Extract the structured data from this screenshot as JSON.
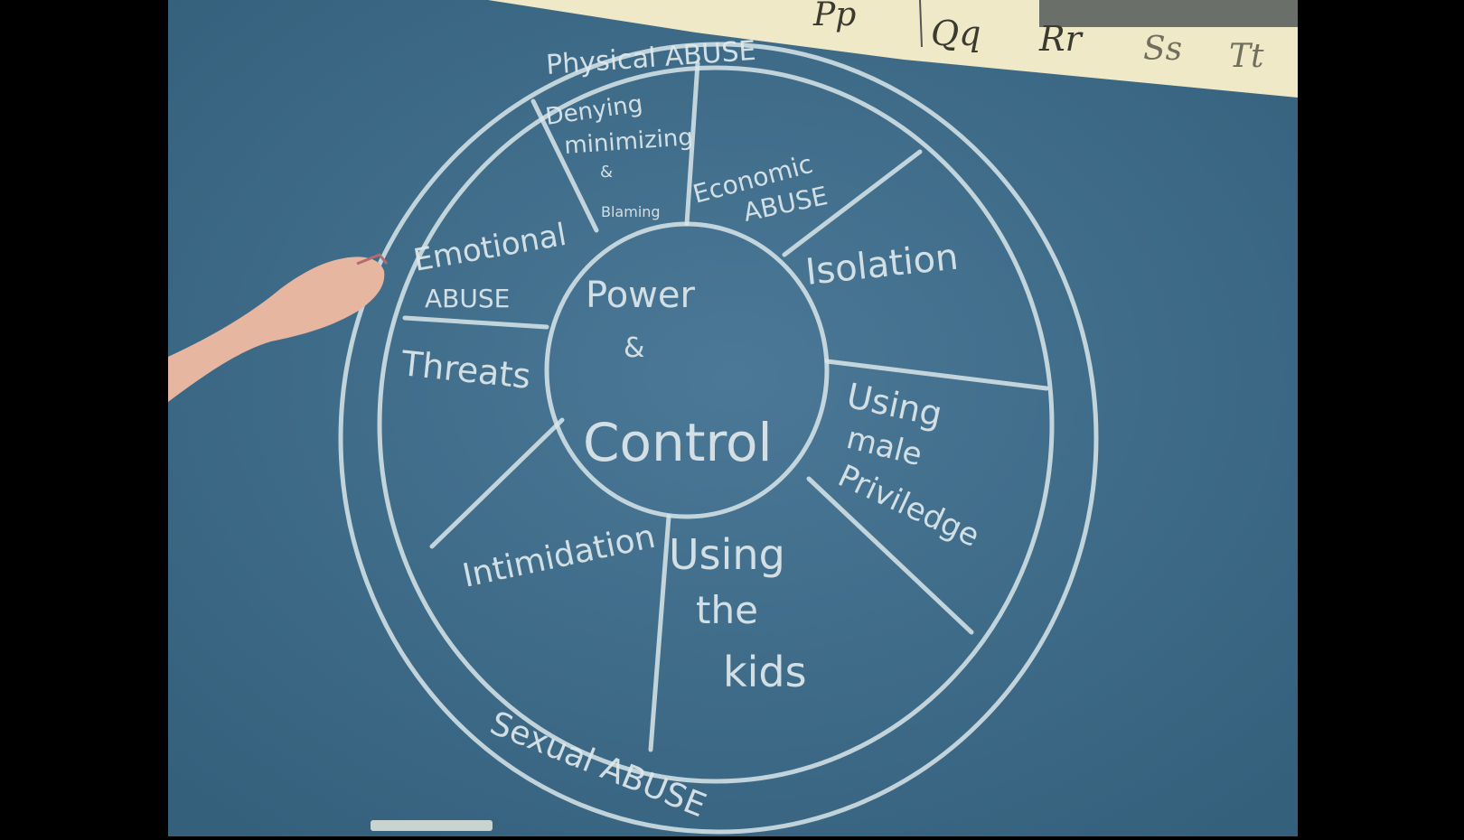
{
  "photo": {
    "subject": "chalkboard",
    "colors": {
      "board": "#3f6d8a",
      "chalk": "#dfe9ec",
      "frame": "#000000",
      "strip": "#efe9c8",
      "skin": "#e8b8a0"
    }
  },
  "alphabet_strip": {
    "letters": [
      "Pp",
      "Qq",
      "Rr",
      "Ss",
      "Tt"
    ]
  },
  "wheel": {
    "outer_ring": {
      "top": "Physical ABUSE",
      "bottom": "Sexual ABUSE"
    },
    "hub": {
      "line1": "Power",
      "line2": "&",
      "line3": "Control"
    },
    "segments": [
      {
        "lines": [
          "Denying",
          "minimizing",
          "&",
          "Blaming"
        ]
      },
      {
        "lines": [
          "Economic",
          "ABUSE"
        ]
      },
      {
        "lines": [
          "Isolation"
        ]
      },
      {
        "lines": [
          "Using",
          "male",
          "Priviledge"
        ]
      },
      {
        "lines": [
          "Using",
          "the",
          "kids"
        ]
      },
      {
        "lines": [
          "Intimidation"
        ]
      },
      {
        "lines": [
          "Threats"
        ]
      },
      {
        "lines": [
          "Emotional",
          "ABUSE"
        ]
      }
    ]
  }
}
